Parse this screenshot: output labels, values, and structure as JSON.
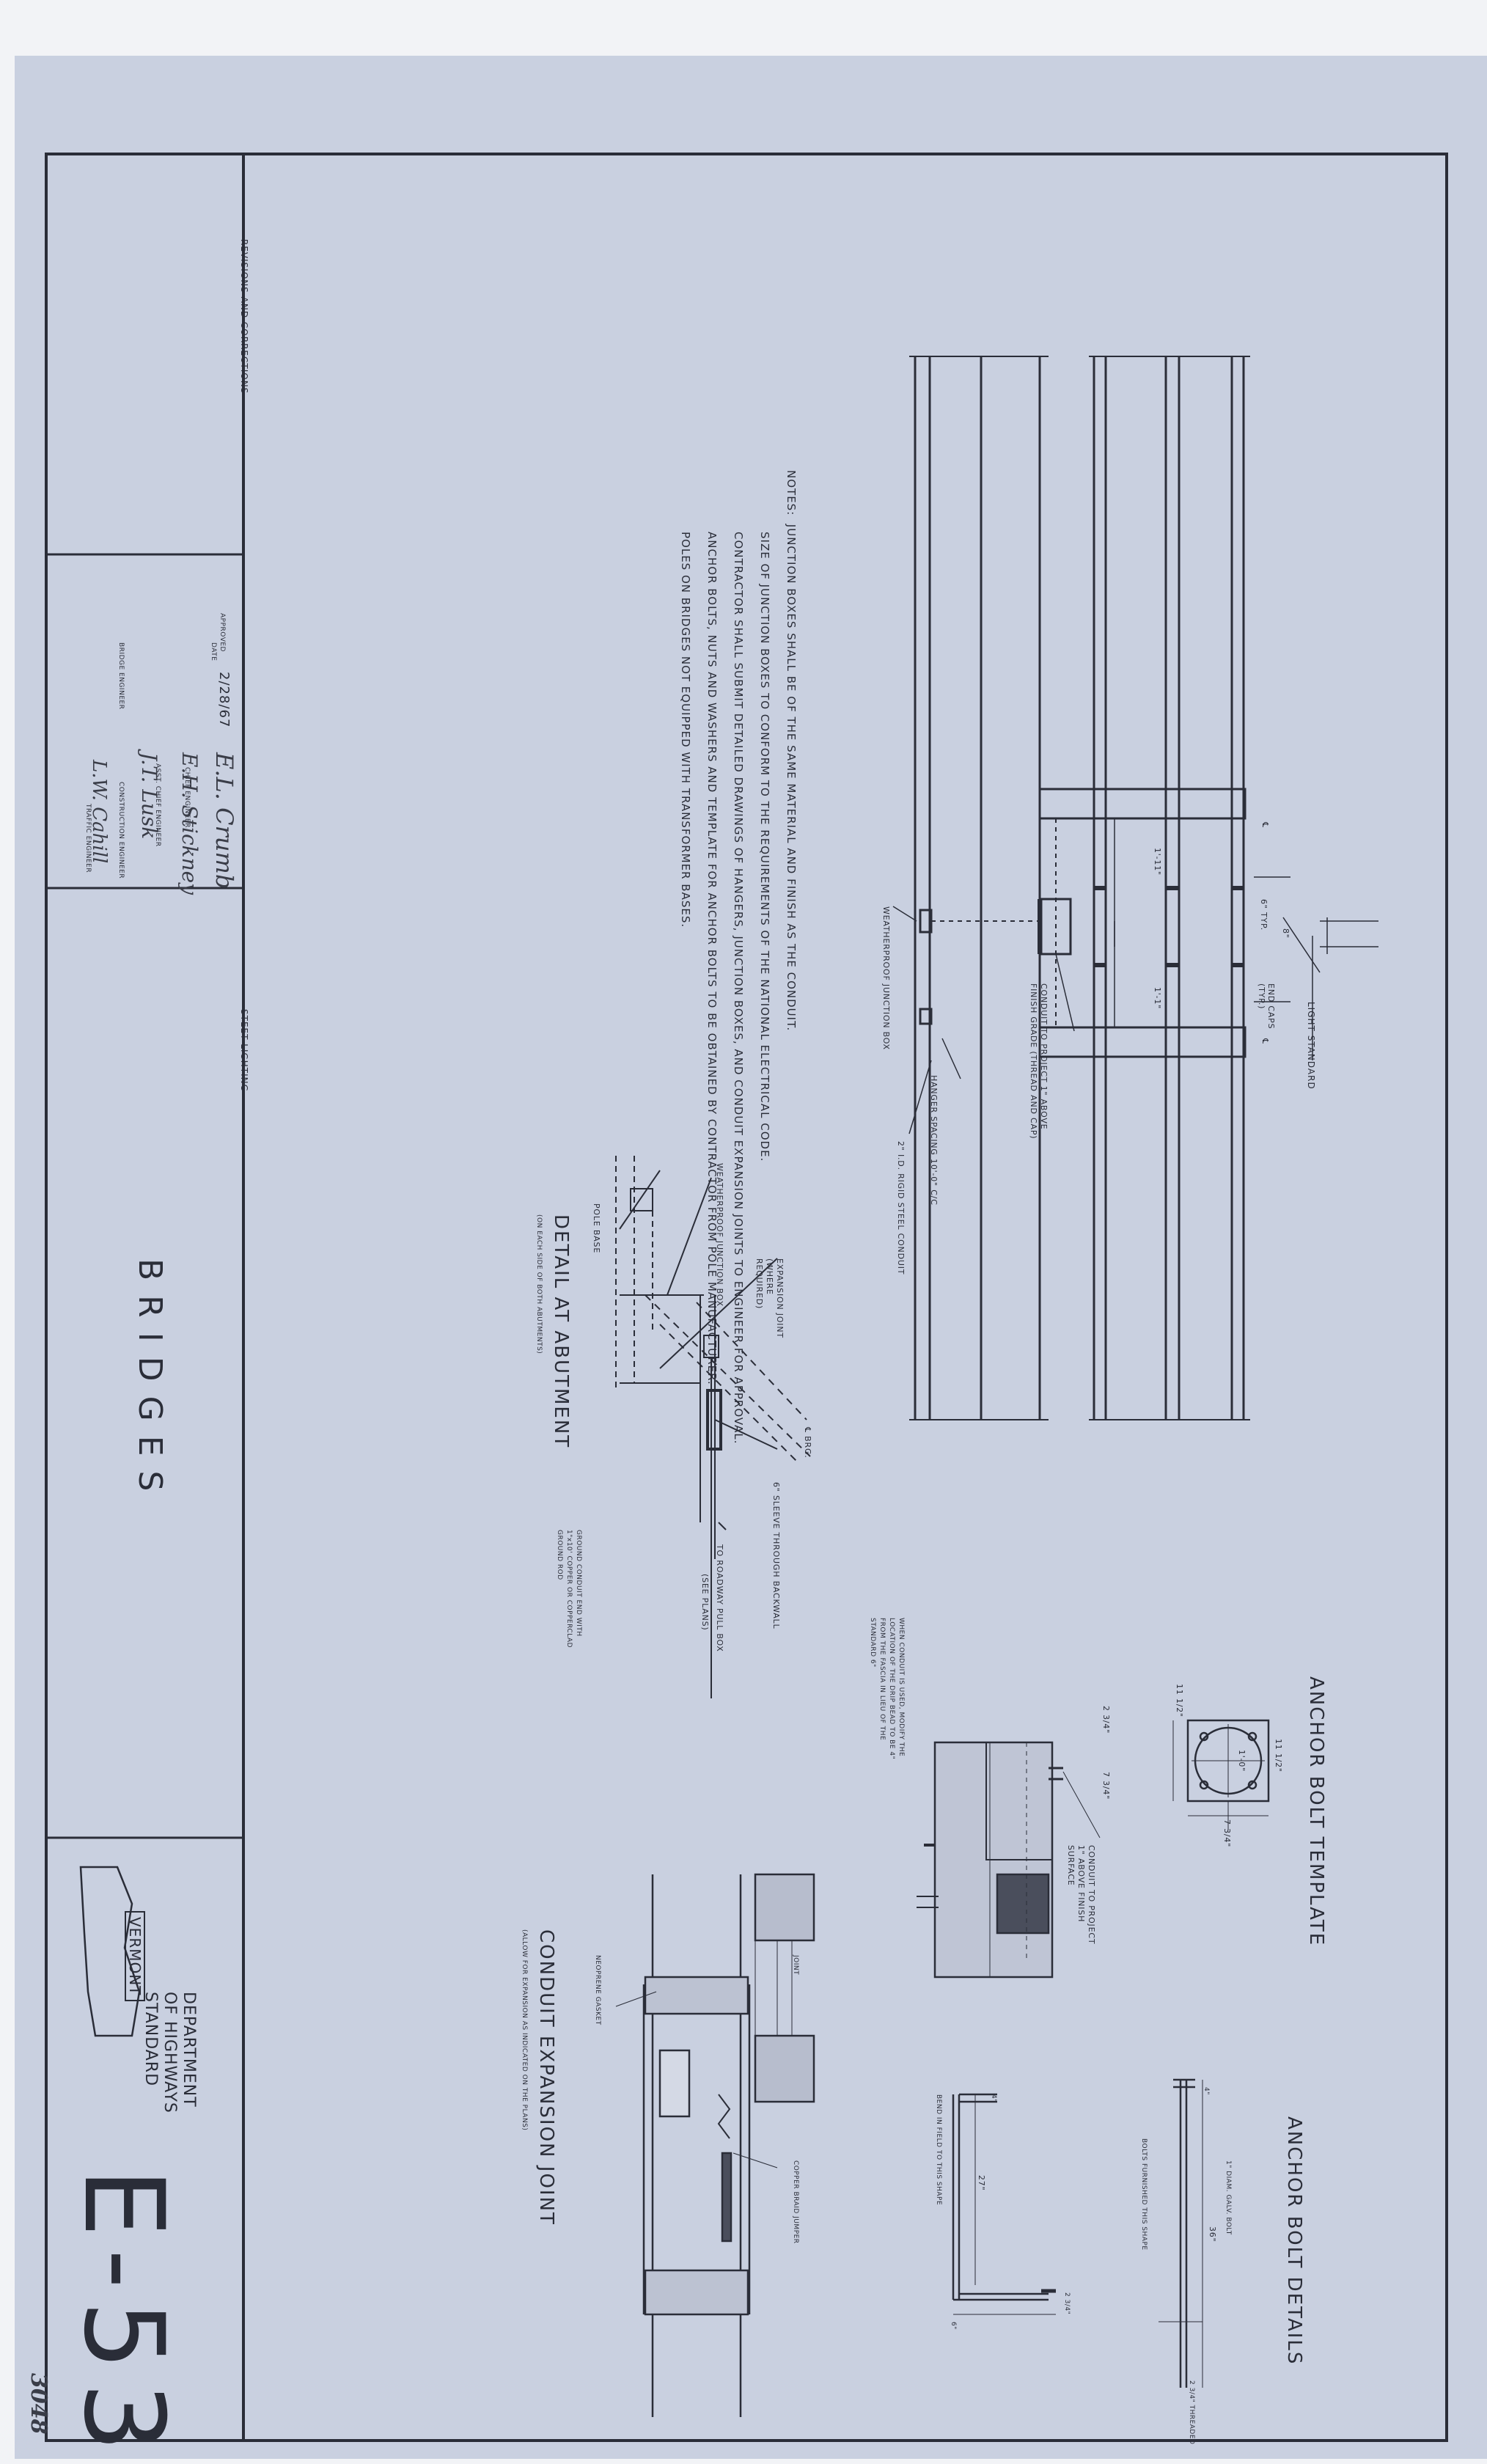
{
  "title_block": {
    "revisions_label": "REVISIONS AND CORRECTIONS",
    "approved_label": "APPROVED",
    "date_label": "DATE",
    "date_value": "2/28/67",
    "chief_engineer_label": "CHIEF ENGINEER",
    "asst_chief_engineer_label": "ASST. CHIEF ENGINEER",
    "bridge_engineer_label": "BRIDGE ENGINEER",
    "construction_engineer_label": "CONSTRUCTION ENGINEER",
    "traffic_engineer_label": "TRAFFIC ENGINEER",
    "category": "STEET LIGHTING",
    "title": "BRIDGES",
    "state": "VERMONT",
    "department_line1": "DEPARTMENT",
    "department_line2": "OF HIGHWAYS",
    "department_line3": "STANDARD",
    "sheet_number": "E-53",
    "corner_note": "3048"
  },
  "notes": {
    "heading": "NOTES:",
    "items": [
      "JUNCTION BOXES SHALL BE OF THE SAME MATERIAL AND FINISH AS THE CONDUIT.",
      "SIZE OF JUNCTION BOXES TO CONFORM TO THE REQUIREMENTS OF THE NATIONAL ELECTRICAL CODE.",
      "CONTRACTOR SHALL SUBMIT DETAILED DRAWINGS OF HANGERS, JUNCTION BOXES, AND CONDUIT EXPANSION JOINTS TO ENGINEER FOR APPROVAL.",
      "ANCHOR BOLTS, NUTS AND WASHERS AND TEMPLATE FOR ANCHOR BOLTS TO BE OBTAINED BY CONTRACTOR FROM POLE MANUFACTURER.",
      "POLES ON BRIDGES NOT EQUIPPED WITH TRANSFORMER BASES."
    ]
  },
  "plan": {
    "light_standard": "LIGHT STANDARD",
    "end_caps": "END CAPS (TYP.)",
    "cl": "℄",
    "dim_typ": "6\" TYP.",
    "dim_1": "1'-11\"",
    "dim_2": "8\"",
    "dim_3": "1'-1\"",
    "conduit_project": "CONDUIT TO PROJECT 1\" ABOVE FINISH GRADE (THREAD AND CAP)",
    "hanger_spacing": "HANGER SPACING 10'-0\" C/C",
    "weatherproof_box": "WEATHERPROOF JUNCTION BOX",
    "rigid_conduit": "2\" I.D. RIGID STEEL CONDUIT"
  },
  "abutment": {
    "heading": "DETAIL AT ABUTMENT",
    "subheading": "(ON EACH SIDE OF BOTH ABUTMENTS)",
    "expansion_joint": "EXPANSION JOINT (WHERE REQUIRED)",
    "weatherproof_box": "WEATHERPROOF JUNCTION BOX",
    "pole_base": "POLE BASE",
    "cl_brg": "℄ BRG.",
    "sleeve": "6\" SLEEVE THROUGH BACKWALL",
    "to_roadway": "TO ROADWAY PULL BOX",
    "see_plans": "(SEE PLANS)",
    "ground": "GROUND CONDUIT END WITH 1\"x10' COPPER OR COPPERCLAD GROUND ROD"
  },
  "template": {
    "heading": "ANCHOR BOLT TEMPLATE",
    "dim_a": "11 1/2\"",
    "dim_b": "11 1/2\"",
    "dim_c": "2 3/4\"",
    "dim_d": "7 3/4\"",
    "dim_e": "1'-0\"",
    "conduit_project": "CONDUIT TO PROJECT 1\" ABOVE FINISH SURFACE",
    "modify_note": "WHEN CONDUIT IS USED, MODIFY THE LOCATION OF THE DRIP BEAD TO BE 4\" FROM THE FASCIA IN LIEU OF THE STANDARD 6\""
  },
  "bolt_details": {
    "heading": "ANCHOR BOLT DETAILS",
    "galv_bolt": "1\" DIAM. GALV. BOLT",
    "len_36": "36\"",
    "threaded": "2 3/4\" THREADED",
    "dim_4": "4\"",
    "dim_27": "27\"",
    "dim_6": "6\"",
    "dim_234": "2 3/4\"",
    "furnished": "BOLTS FURNISHED THIS SHAPE",
    "bend": "BEND IN FIELD TO THIS SHAPE"
  },
  "expansion": {
    "heading": "CONDUIT EXPANSION JOINT",
    "subheading": "(ALLOW FOR EXPANSION AS INDICATED ON THE PLANS)",
    "joint": "JOINT",
    "gasket": "NEOPRENE GASKET",
    "jumper": "COPPER BRAID JUMPER"
  },
  "colors": {
    "sheet": "#c9d0e0",
    "ink": "#2a2d38",
    "margin": "#f2f3f6"
  }
}
